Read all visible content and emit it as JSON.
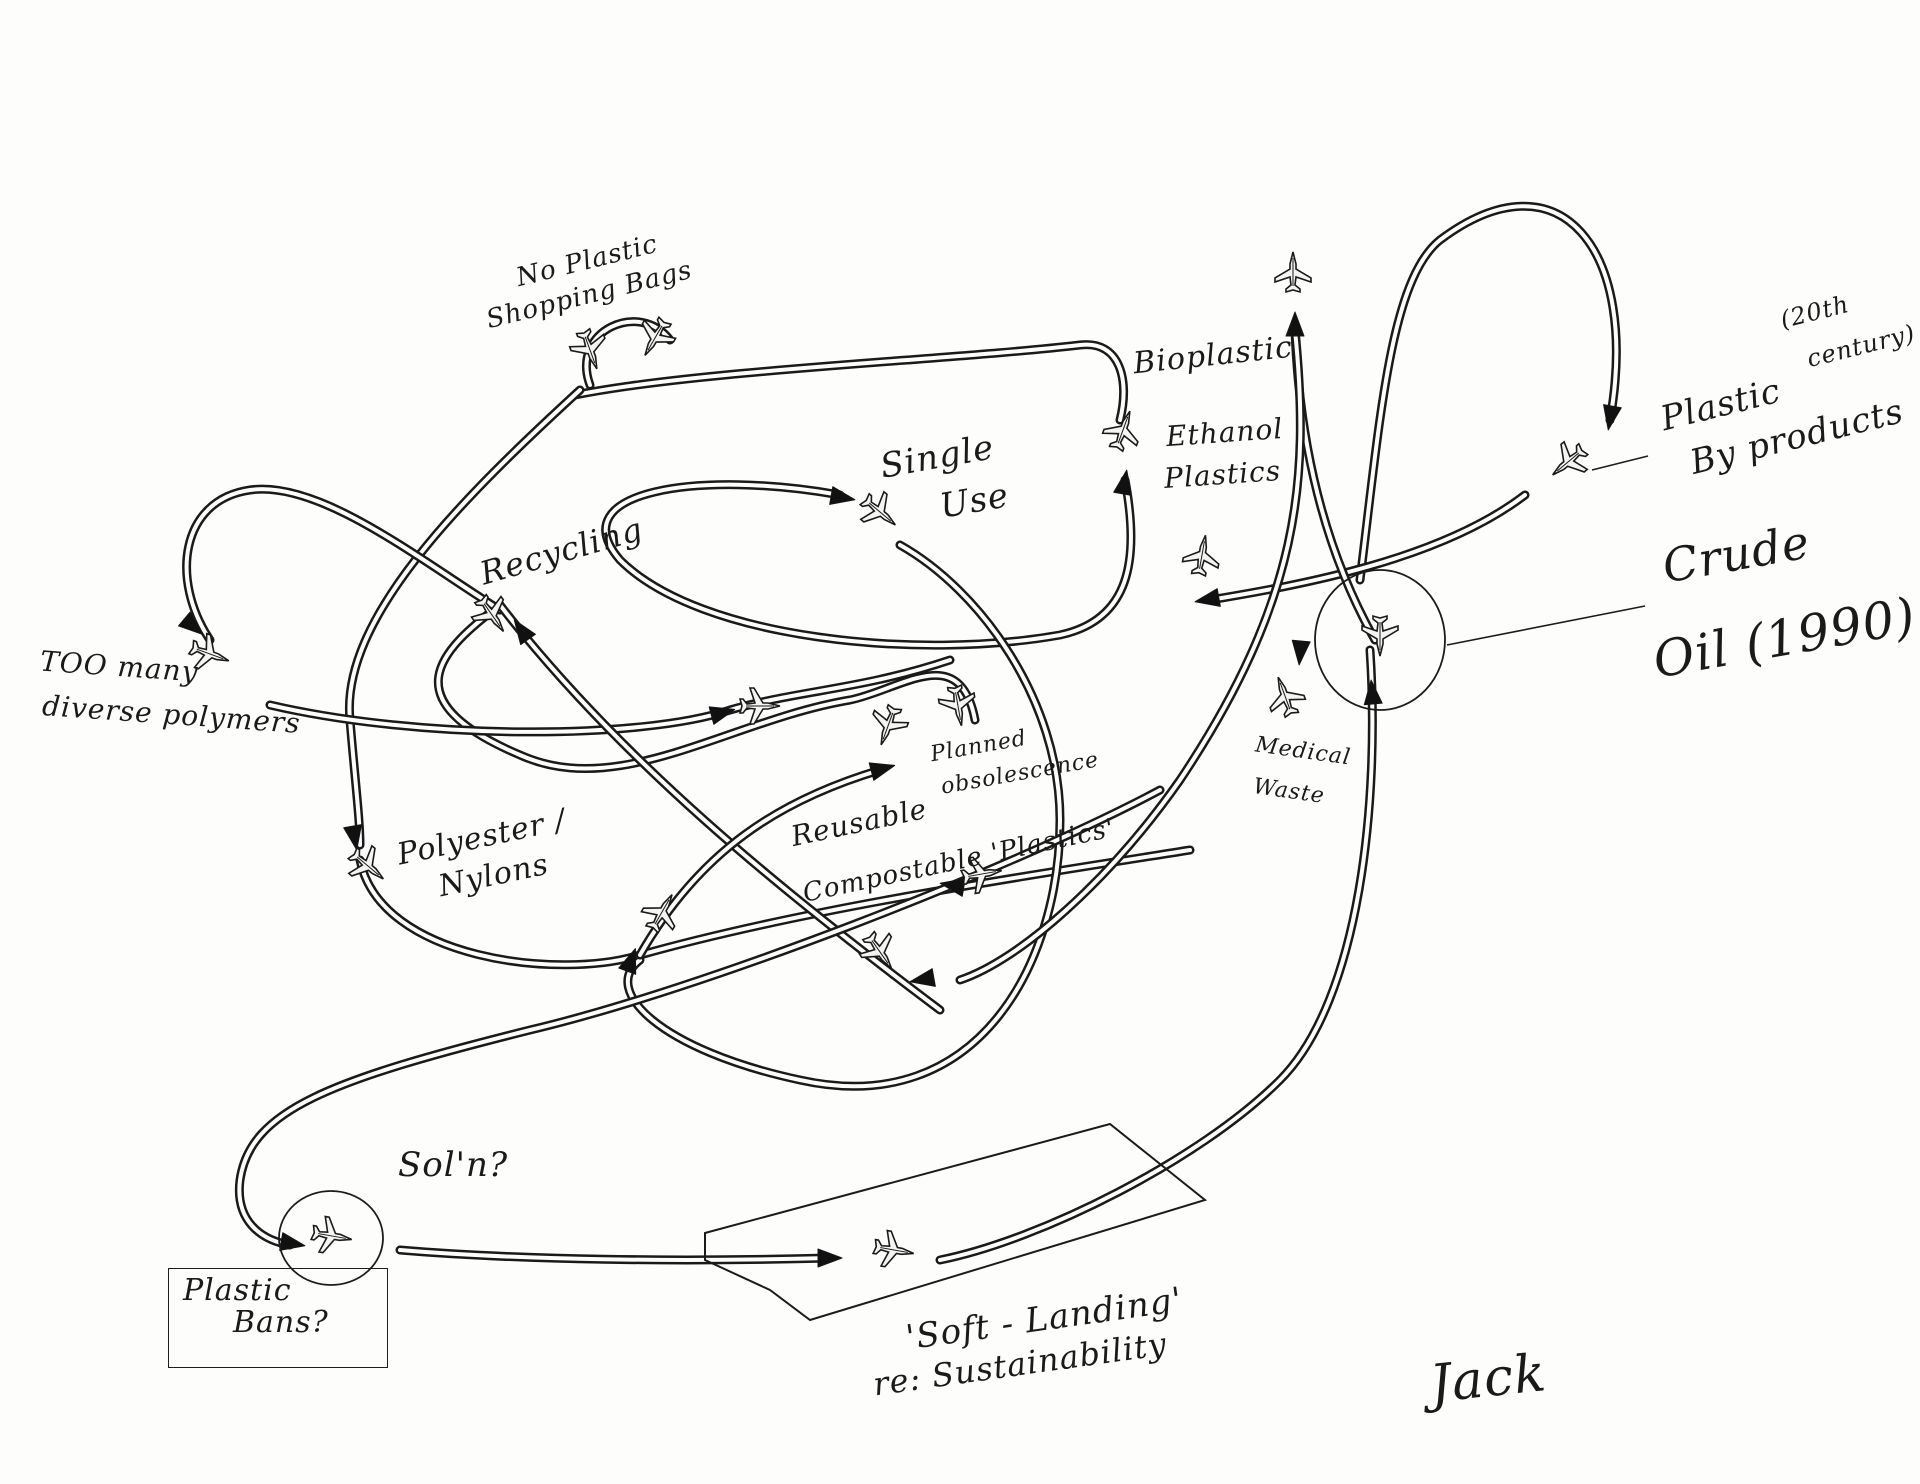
{
  "labels": {
    "no_plastic_bags_l1": "No Plastic",
    "no_plastic_bags_l2": "Shopping Bags",
    "bioplastic": "Bioplastic",
    "ethanol_l1": "Ethanol",
    "ethanol_l2": "Plastics",
    "plastic_byproducts_l1": "Plastic",
    "plastic_byproducts_l2": "By products",
    "twentieth_century_l1": "(20th",
    "twentieth_century_l2": "century)",
    "single_use_l1": "Single",
    "single_use_l2": "Use",
    "recycling": "Recycling",
    "crude_oil_l1": "Crude",
    "crude_oil_l2": "Oil (1990)",
    "too_many_l1": "TOO many",
    "too_many_l2": "diverse polymers",
    "planned_l1": "Planned",
    "planned_l2": "obsolescence",
    "medical_l1": "Medical",
    "medical_l2": "Waste",
    "reusable": "Reusable",
    "compostable": "Compostable 'Plastics'",
    "polyester_l1": "Polyester /",
    "polyester_l2": "Nylons",
    "soln": "Sol'n?",
    "plastic_bans_l1": "Plastic",
    "plastic_bans_l2": "Bans?",
    "soft_landing": "'Soft - Landing'",
    "sustainability": "re: Sustainability",
    "signature": "Jack"
  },
  "colors": {
    "ink": "#161616",
    "paper": "#fdfdfc"
  },
  "icons": {
    "node": "fighter-jet-icon",
    "arrow": "arrowhead-icon"
  }
}
